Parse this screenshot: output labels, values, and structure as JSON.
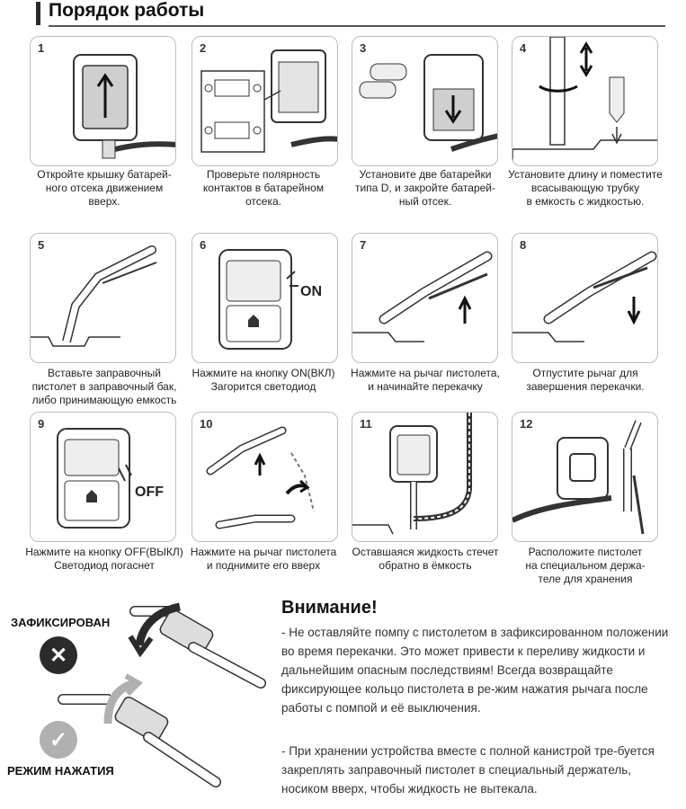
{
  "header": {
    "title": "Порядок работы"
  },
  "steps": [
    {
      "num": "1",
      "caption": "Откройте крышку батарей-\nного отсека движением\nвверх."
    },
    {
      "num": "2",
      "caption": "Проверьте полярность\nконтактов в батарейном\nотсека."
    },
    {
      "num": "3",
      "caption": "Установите две батарейки\nтипа D, и закройте батарей-\nный отсек."
    },
    {
      "num": "4",
      "caption": "Установите длину и поместите\nвсасывающую трубку\nв емкость с жидкостью."
    },
    {
      "num": "5",
      "caption": "Вставьте заправочный\nпистолет в заправочный бак,\nлибо принимающую емкость"
    },
    {
      "num": "6",
      "caption": "Нажмите на кнопку ON(ВКЛ)\nЗагорится светодиод",
      "tag": "ON"
    },
    {
      "num": "7",
      "caption": "Нажмите на рычаг пистолета,\nи начинайте перекачку"
    },
    {
      "num": "8",
      "caption": "Отпустите рычаг для\nзавершения перекачки."
    },
    {
      "num": "9",
      "caption": "Нажмите на кнопку OFF(ВЫКЛ)\nСветодиод погаснет",
      "tag": "OFF"
    },
    {
      "num": "10",
      "caption": "Нажмите на рычаг пистолета\nи поднимите его вверх"
    },
    {
      "num": "11",
      "caption": "Оставшаяся жидкость стечет\nобратно в ёмкость"
    },
    {
      "num": "12",
      "caption": "Расположите пистолет\nна специальном  держа-\nтеле для хранения"
    }
  ],
  "warning": {
    "title": "Внимание!",
    "p1": "- Не оставляйте помпу с пистолетом в зафиксированном положении во время перекачки. Это может привести к переливу жидкости и дальнейшим опасным последствиям! Всегда возвращайте фиксирующее кольцо пистолета в ре-жим нажатия рычага после работы с помпой и её выключения.",
    "p2": "- При хранении устройства вместе с полной канистрой тре-буется закреплять заправочный пистолет в специальный держатель, носиком вверх, чтобы жидкость не вытекала."
  },
  "illustration": {
    "locked_label": "ЗАФИКСИРОВАН",
    "press_label": "РЕЖИМ НАЖАТИЯ",
    "locked_icon": "x-icon",
    "press_icon": "check-icon",
    "colors": {
      "locked": "#2b2b2b",
      "press": "#b0b0b0"
    }
  }
}
